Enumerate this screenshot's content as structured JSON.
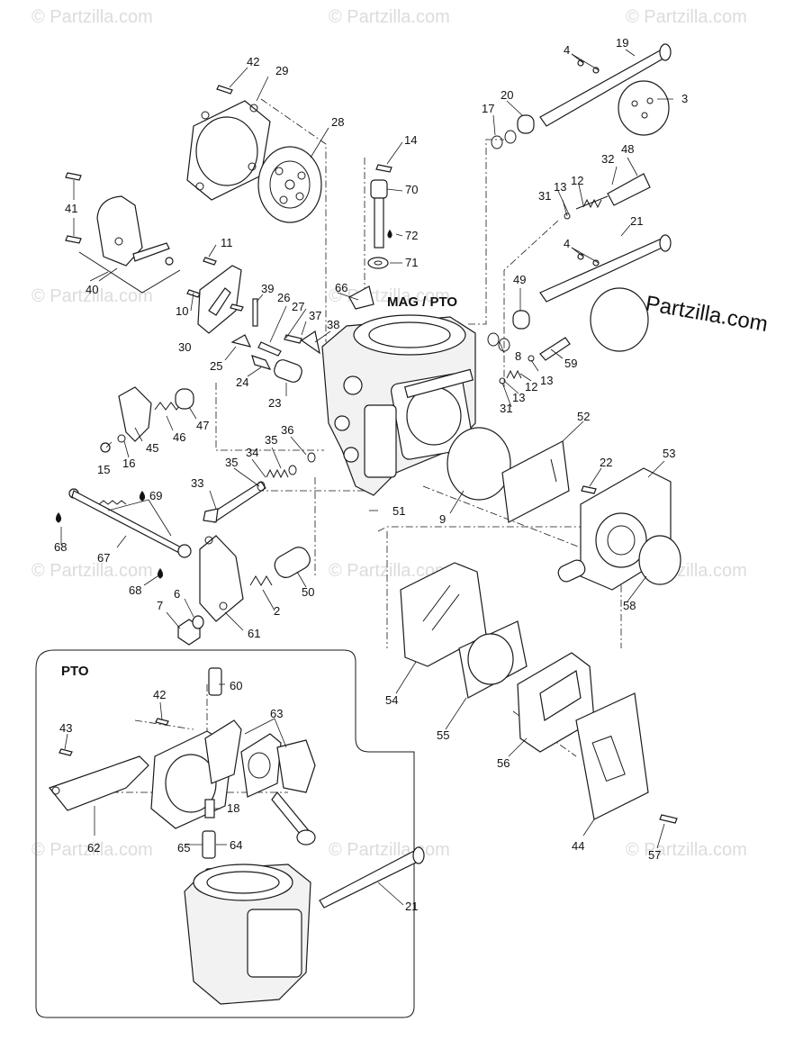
{
  "labels": {
    "mag_pto": "MAG / PTO",
    "pto": "PTO",
    "brand": "© Partzilla.com",
    "watermark": "© Partzilla.com"
  },
  "callouts": [
    "2",
    "3",
    "4",
    "4",
    "6",
    "7",
    "8",
    "9",
    "10",
    "11",
    "12",
    "12",
    "13",
    "13",
    "13",
    "14",
    "15",
    "16",
    "17",
    "18",
    "19",
    "20",
    "21",
    "21",
    "22",
    "23",
    "24",
    "25",
    "26",
    "27",
    "28",
    "29",
    "30",
    "31",
    "31",
    "32",
    "33",
    "34",
    "35",
    "35",
    "36",
    "37",
    "38",
    "39",
    "40",
    "41",
    "42",
    "42",
    "43",
    "44",
    "45",
    "46",
    "47",
    "48",
    "49",
    "50",
    "51",
    "52",
    "53",
    "54",
    "55",
    "56",
    "57",
    "58",
    "59",
    "60",
    "61",
    "62",
    "63",
    "64",
    "65",
    "66",
    "67",
    "68",
    "68",
    "69",
    "70",
    "71",
    "72"
  ],
  "icons": {
    "lubricant": "oil-drop-icon"
  }
}
